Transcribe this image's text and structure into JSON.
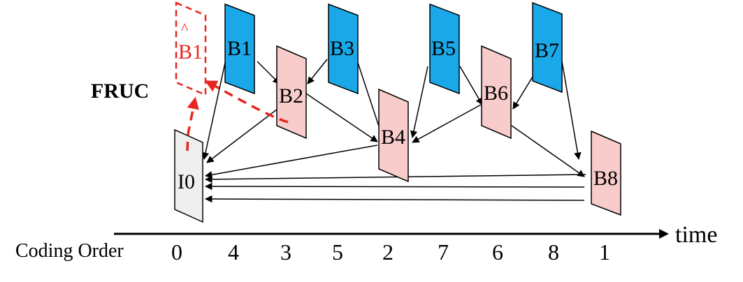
{
  "fruc_label": "FRUC",
  "time_label": "time",
  "coding_order_label": "Coding Order",
  "interpolated_frame": {
    "label": "B1",
    "accent": "^"
  },
  "frames": [
    {
      "id": "I0",
      "label": "I0",
      "type": "I",
      "color": "#efefef"
    },
    {
      "id": "B1",
      "label": "B1",
      "type": "B-top",
      "color": "#1aa8e8"
    },
    {
      "id": "B2",
      "label": "B2",
      "type": "B-mid",
      "color": "#f9cccc"
    },
    {
      "id": "B3",
      "label": "B3",
      "type": "B-top",
      "color": "#1aa8e8"
    },
    {
      "id": "B4",
      "label": "B4",
      "type": "B-low",
      "color": "#f9cccc"
    },
    {
      "id": "B5",
      "label": "B5",
      "type": "B-top",
      "color": "#1aa8e8"
    },
    {
      "id": "B6",
      "label": "B6",
      "type": "B-mid",
      "color": "#f9cccc"
    },
    {
      "id": "B7",
      "label": "B7",
      "type": "B-top",
      "color": "#1aa8e8"
    },
    {
      "id": "B8",
      "label": "B8",
      "type": "B-base",
      "color": "#f9cccc"
    }
  ],
  "coding_order": [
    "0",
    "4",
    "3",
    "5",
    "2",
    "7",
    "6",
    "8",
    "1"
  ],
  "colors": {
    "fruc_dashed": "#e8251f",
    "arrow": "#000000"
  }
}
